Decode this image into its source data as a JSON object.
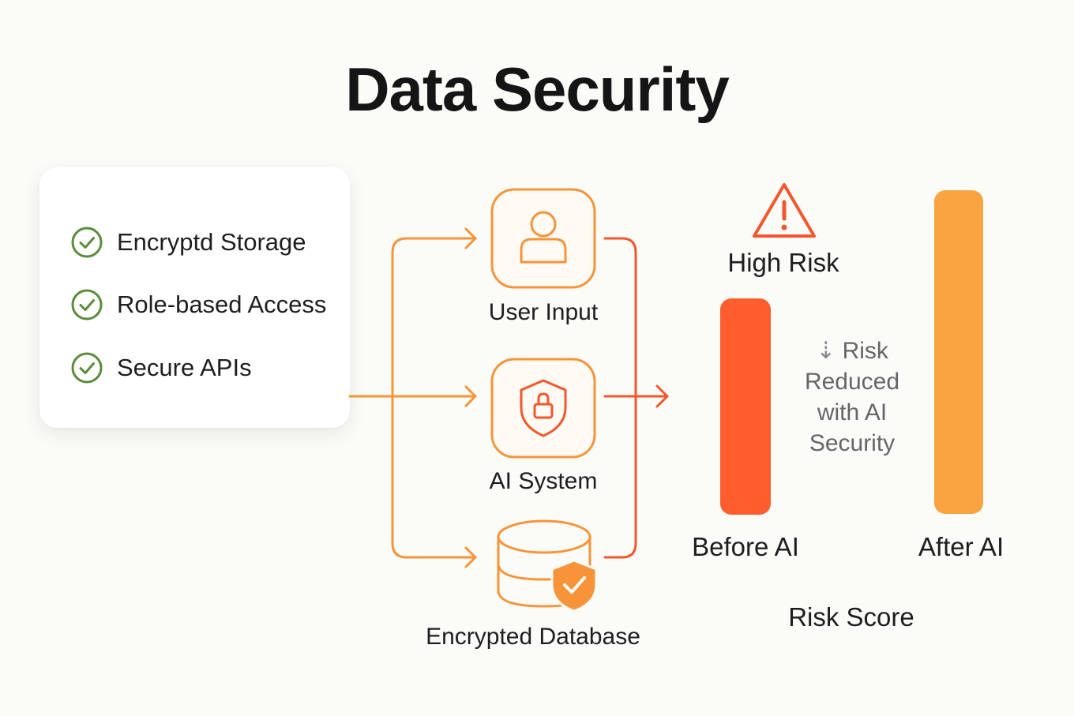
{
  "title": "Data Security",
  "features": [
    {
      "label": "Encryptd Storage",
      "icon": "check-circle-icon"
    },
    {
      "label": "Role-based Access",
      "icon": "check-circle-icon"
    },
    {
      "label": "Secure APIs",
      "icon": "check-circle-icon"
    }
  ],
  "flow": {
    "user_input": "User Input",
    "ai_system": "AI System",
    "database": "Encrypted Database"
  },
  "risk": {
    "high_risk_label": "High Risk",
    "reduced_arrow": "⇣",
    "reduced_line1": "Risk",
    "reduced_line2": "Reduced",
    "reduced_line3": "with AI",
    "reduced_line4": "Security",
    "before_label": "Before AI",
    "after_label": "After AI",
    "axis_label": "Risk Score"
  },
  "colors": {
    "accent": "#f7943a",
    "danger": "#f2572d",
    "before_bar": "#ff5d2d",
    "after_bar": "#faa441",
    "check": "#5a8c3c"
  }
}
